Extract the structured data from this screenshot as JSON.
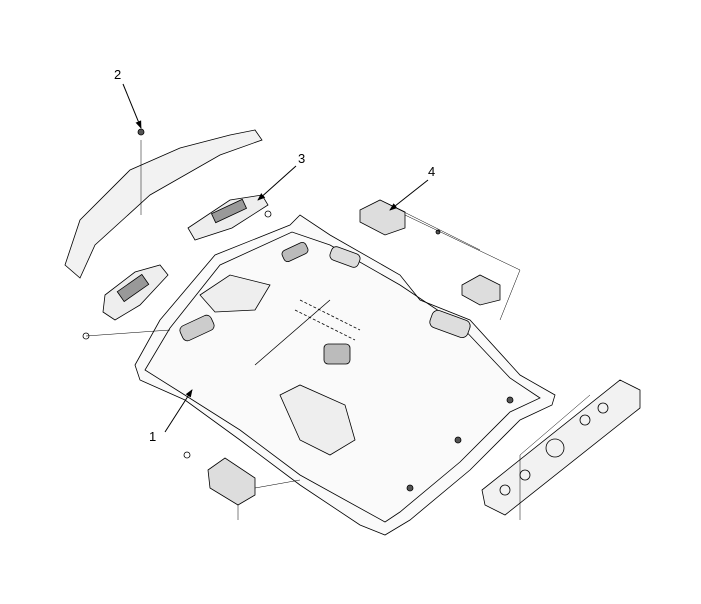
{
  "diagram": {
    "callouts": [
      {
        "id": "headliner",
        "label": "1"
      },
      {
        "id": "sunvisor-clip",
        "label": "2"
      },
      {
        "id": "sunvisor",
        "label": "3"
      },
      {
        "id": "bracket",
        "label": "4"
      }
    ]
  }
}
